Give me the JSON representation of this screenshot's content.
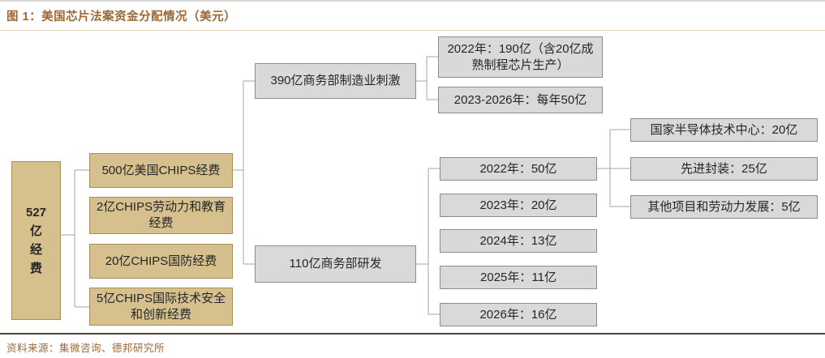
{
  "figure": {
    "title": "图 1：美国芯片法案资金分配情况（美元）",
    "source": "资料来源：集微咨询、德邦研究所"
  },
  "colors": {
    "accent_brown": "#9e6733",
    "tan_fill": "#d5c08e",
    "tan_border": "#a98e59",
    "gray_fill": "#d9d9d9",
    "gray_border": "#8c8c8c",
    "connector": "#a6a6a6",
    "text": "#262626"
  },
  "tree": {
    "root": {
      "label": "527亿经费",
      "lines": [
        "527",
        "亿",
        "经",
        "费"
      ]
    },
    "level1": [
      {
        "label": "500亿美国CHIPS经费"
      },
      {
        "label": "2亿CHIPS劳动力和教育经费"
      },
      {
        "label": "20亿CHIPS国防经费"
      },
      {
        "label": "5亿CHIPS国际技术安全和创新经费"
      }
    ],
    "level2": [
      {
        "label": "390亿商务部制造业刺激"
      },
      {
        "label": "110亿商务部研发"
      }
    ],
    "manufacturing_years": [
      {
        "label": "2022年：190亿（含20亿成熟制程芯片生产）"
      },
      {
        "label": "2023-2026年：每年50亿"
      }
    ],
    "rd_years": [
      {
        "label": "2022年：50亿"
      },
      {
        "label": "2023年：20亿"
      },
      {
        "label": "2024年：13亿"
      },
      {
        "label": "2025年：11亿"
      },
      {
        "label": "2026年：16亿"
      }
    ],
    "rd_2022_breakdown": [
      {
        "label": "国家半导体技术中心：20亿"
      },
      {
        "label": "先进封装：25亿"
      },
      {
        "label": "其他项目和劳动力发展：5亿"
      }
    ]
  }
}
